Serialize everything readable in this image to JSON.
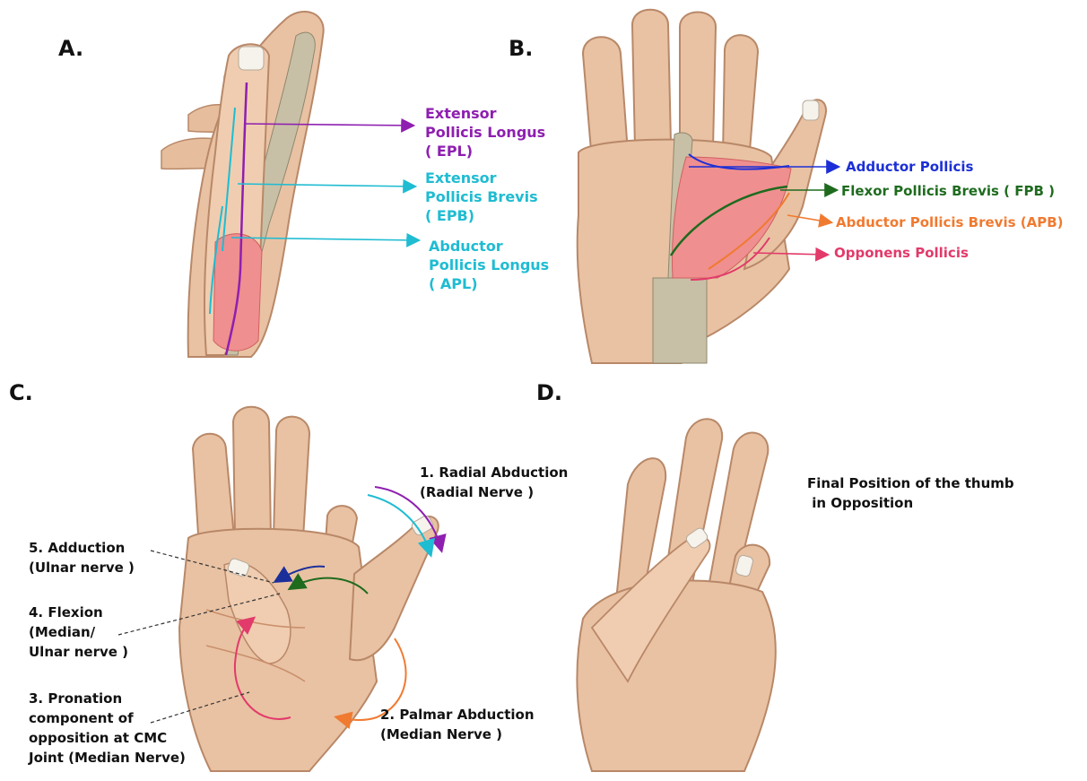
{
  "panels": {
    "a": {
      "letter": "A."
    },
    "b": {
      "letter": "B."
    },
    "c": {
      "letter": "C."
    },
    "d": {
      "letter": "D."
    }
  },
  "panel_a": {
    "labels": [
      {
        "lines": [
          "Extensor",
          "Pollicis Longus",
          "( EPL)"
        ],
        "color": "#8e1fb0"
      },
      {
        "lines": [
          "Extensor",
          "Pollicis Brevis",
          "( EPB)"
        ],
        "color": "#1fbcd2"
      },
      {
        "lines": [
          "Abductor",
          "Pollicis Longus",
          "( APL)"
        ],
        "color": "#1fbcd2"
      }
    ]
  },
  "panel_b": {
    "labels": [
      {
        "text": "Adductor Pollicis",
        "color": "#1c2fd6"
      },
      {
        "text": "Flexor Pollicis Brevis ( FPB )",
        "color": "#1e6b1e"
      },
      {
        "text": "Abductor Pollicis Brevis (APB)",
        "color": "#f07a30"
      },
      {
        "text": "Opponens Pollicis",
        "color": "#e23a6a"
      }
    ]
  },
  "panel_c": {
    "labels": [
      {
        "lines": [
          "1. Radial Abduction",
          "(Radial Nerve )"
        ]
      },
      {
        "lines": [
          "5. Adduction",
          "(Ulnar nerve )"
        ]
      },
      {
        "lines": [
          "4. Flexion",
          "(Median/",
          "Ulnar nerve )"
        ]
      },
      {
        "lines": [
          "3. Pronation",
          "component of",
          "opposition at CMC",
          "Joint (Median Nerve)"
        ]
      },
      {
        "lines": [
          "2. Palmar Abduction",
          "(Median Nerve )"
        ]
      }
    ]
  },
  "panel_d": {
    "caption": [
      "Final Position of the thumb",
      " in Opposition"
    ]
  },
  "colors": {
    "skin": "#e9c2a3",
    "skin_shadow": "#c98f6c",
    "bone": "#c8c0a6",
    "muscle": "#ef8f8f",
    "purple": "#8e1fb0",
    "cyan": "#1fbcd2",
    "blue": "#1c2fd6",
    "green": "#1e6b1e",
    "orange": "#f07a30",
    "pink": "#e23a6a",
    "navy": "#1a2f9a"
  }
}
